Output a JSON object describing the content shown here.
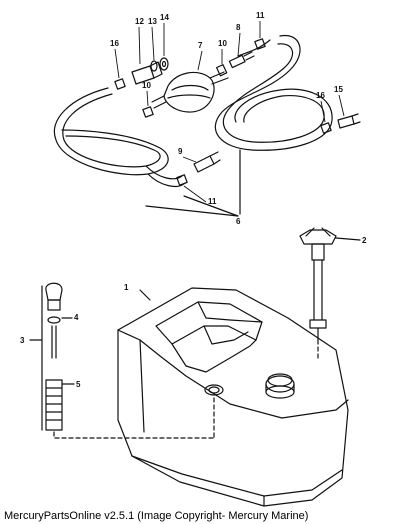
{
  "callouts": {
    "c1": "1",
    "c2": "2",
    "c3": "3",
    "c4": "4",
    "c5": "5",
    "c6": "6",
    "c7": "7",
    "c8": "8",
    "c9": "9",
    "c10a": "10",
    "c10b": "10",
    "c11a": "11",
    "c11b": "11",
    "c12": "12",
    "c13": "13",
    "c14": "14",
    "c15": "15",
    "c16a": "16",
    "c16b": "16"
  },
  "footer": {
    "text": "MercuryPartsOnline v2.5.1 (Image Copyright- Mercury Marine)"
  }
}
